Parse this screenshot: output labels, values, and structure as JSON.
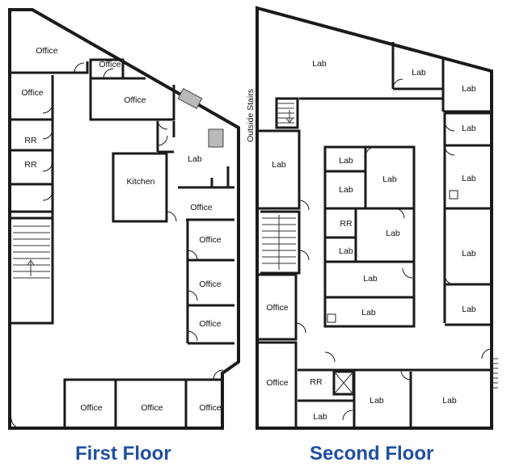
{
  "first_floor": {
    "caption": "First Floor",
    "rooms": [
      {
        "id": "office-nw",
        "label": "Office"
      },
      {
        "id": "office-top-small",
        "label": "Office"
      },
      {
        "id": "office-west",
        "label": "Office"
      },
      {
        "id": "office-center-top",
        "label": "Office"
      },
      {
        "id": "rr-1",
        "label": "RR"
      },
      {
        "id": "rr-2",
        "label": "RR"
      },
      {
        "id": "lab",
        "label": "Lab"
      },
      {
        "id": "kitchen",
        "label": "Kitchen"
      },
      {
        "id": "office-east-1",
        "label": "Office"
      },
      {
        "id": "office-east-2",
        "label": "Office"
      },
      {
        "id": "office-east-3",
        "label": "Office"
      },
      {
        "id": "office-east-4",
        "label": "Office"
      },
      {
        "id": "office-bottom-1",
        "label": "Office"
      },
      {
        "id": "office-bottom-2",
        "label": "Office"
      },
      {
        "id": "office-bottom-3",
        "label": "Office"
      }
    ]
  },
  "second_floor": {
    "caption": "Second Floor",
    "outside_stairs_label": "Outside Stairs",
    "rooms": [
      {
        "id": "lab-big",
        "label": "Lab"
      },
      {
        "id": "lab-top-mid",
        "label": "Lab"
      },
      {
        "id": "lab-top-right",
        "label": "Lab"
      },
      {
        "id": "lab-right-1",
        "label": "Lab"
      },
      {
        "id": "lab-west",
        "label": "Lab"
      },
      {
        "id": "lab-core-1",
        "label": "Lab"
      },
      {
        "id": "lab-core-2",
        "label": "Lab"
      },
      {
        "id": "lab-core-big",
        "label": "Lab"
      },
      {
        "id": "lab-right-2",
        "label": "Lab"
      },
      {
        "id": "rr-core",
        "label": "RR"
      },
      {
        "id": "lab-core-3",
        "label": "Lab"
      },
      {
        "id": "lab-core-4",
        "label": "Lab"
      },
      {
        "id": "lab-right-3",
        "label": "Lab"
      },
      {
        "id": "lab-core-5",
        "label": "Lab"
      },
      {
        "id": "lab-core-6",
        "label": "Lab"
      },
      {
        "id": "lab-right-4",
        "label": "Lab"
      },
      {
        "id": "office-west-1",
        "label": "Office"
      },
      {
        "id": "office-west-2",
        "label": "Office"
      },
      {
        "id": "rr-south",
        "label": "RR"
      },
      {
        "id": "lab-south-1",
        "label": "Lab"
      },
      {
        "id": "lab-south-2",
        "label": "Lab"
      },
      {
        "id": "lab-south-3",
        "label": "Lab"
      }
    ]
  }
}
